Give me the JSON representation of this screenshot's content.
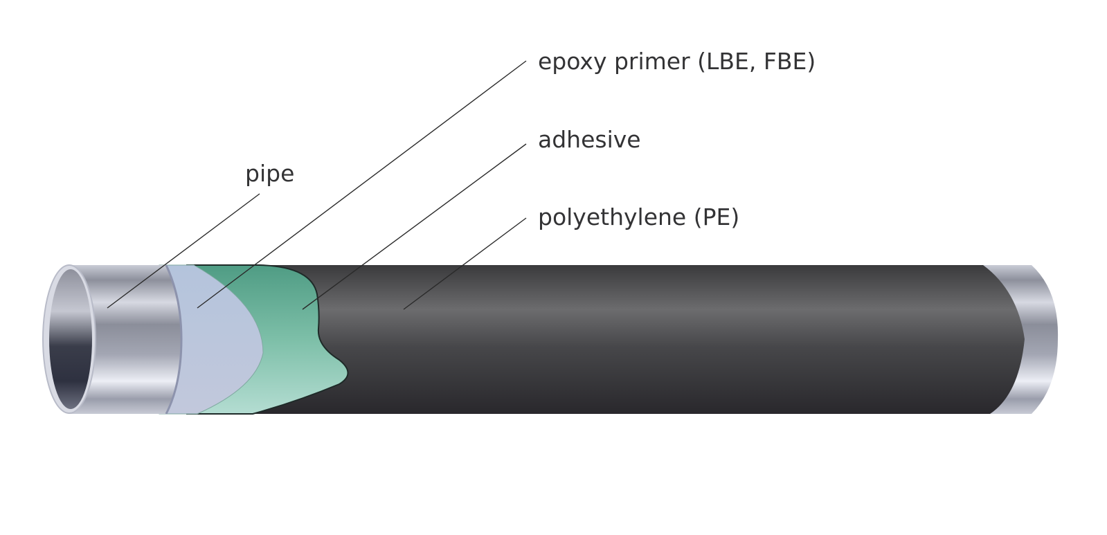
{
  "labels": {
    "pipe": "pipe",
    "epoxy": "epoxy primer (LBE, FBE)",
    "adhesive": "adhesive",
    "polyethylene": "polyethylene (PE)"
  },
  "colors": {
    "metal": "#a9adbd",
    "epoxy": "#b9c6dc",
    "adhesive": "#5ea892",
    "polyethylene": "#3a3a3c",
    "leader": "#2a2a2a",
    "text": "#333335"
  }
}
